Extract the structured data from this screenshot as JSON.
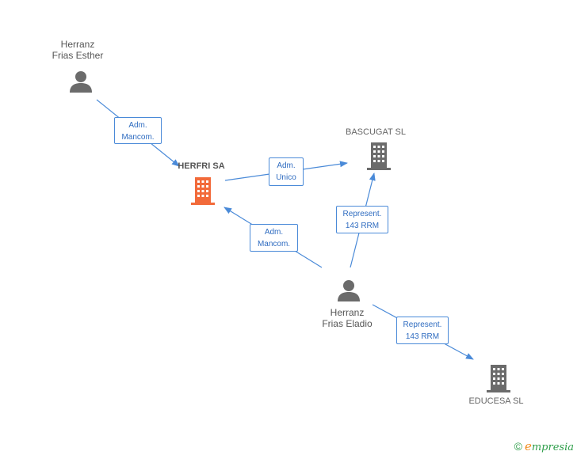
{
  "nodes": {
    "herranz_frias_esther": {
      "line1": "Herranz",
      "line2": "Frias Esther",
      "icon": "person-icon"
    },
    "herfri_sa": {
      "label": "HERFRI SA",
      "icon": "building-icon",
      "color": "#f26a3a"
    },
    "bascugat_sl": {
      "label": "BASCUGAT SL",
      "icon": "building-icon",
      "color": "#666666"
    },
    "herranz_frias_eladio": {
      "line1": "Herranz",
      "line2": "Frias Eladio",
      "icon": "person-icon"
    },
    "educesa_sl": {
      "label": "EDUCESA SL",
      "icon": "building-icon",
      "color": "#666666"
    }
  },
  "edges": {
    "esther_herfri": {
      "line1": "Adm.",
      "line2": "Mancom."
    },
    "herfri_bascugat": {
      "line1": "Adm.",
      "line2": "Unico"
    },
    "eladio_herfri": {
      "line1": "Adm.",
      "line2": "Mancom."
    },
    "eladio_bascugat": {
      "line1": "Represent.",
      "line2": "143 RRM"
    },
    "eladio_educesa": {
      "line1": "Represent.",
      "line2": "143 RRM"
    }
  },
  "colors": {
    "edge": "#4a8ad8",
    "person": "#6b6b6b",
    "main_company": "#f26a3a",
    "company": "#6b6b6b"
  },
  "footer": {
    "copyright": "©",
    "brand_first": "e",
    "brand_rest": "mpresia"
  }
}
